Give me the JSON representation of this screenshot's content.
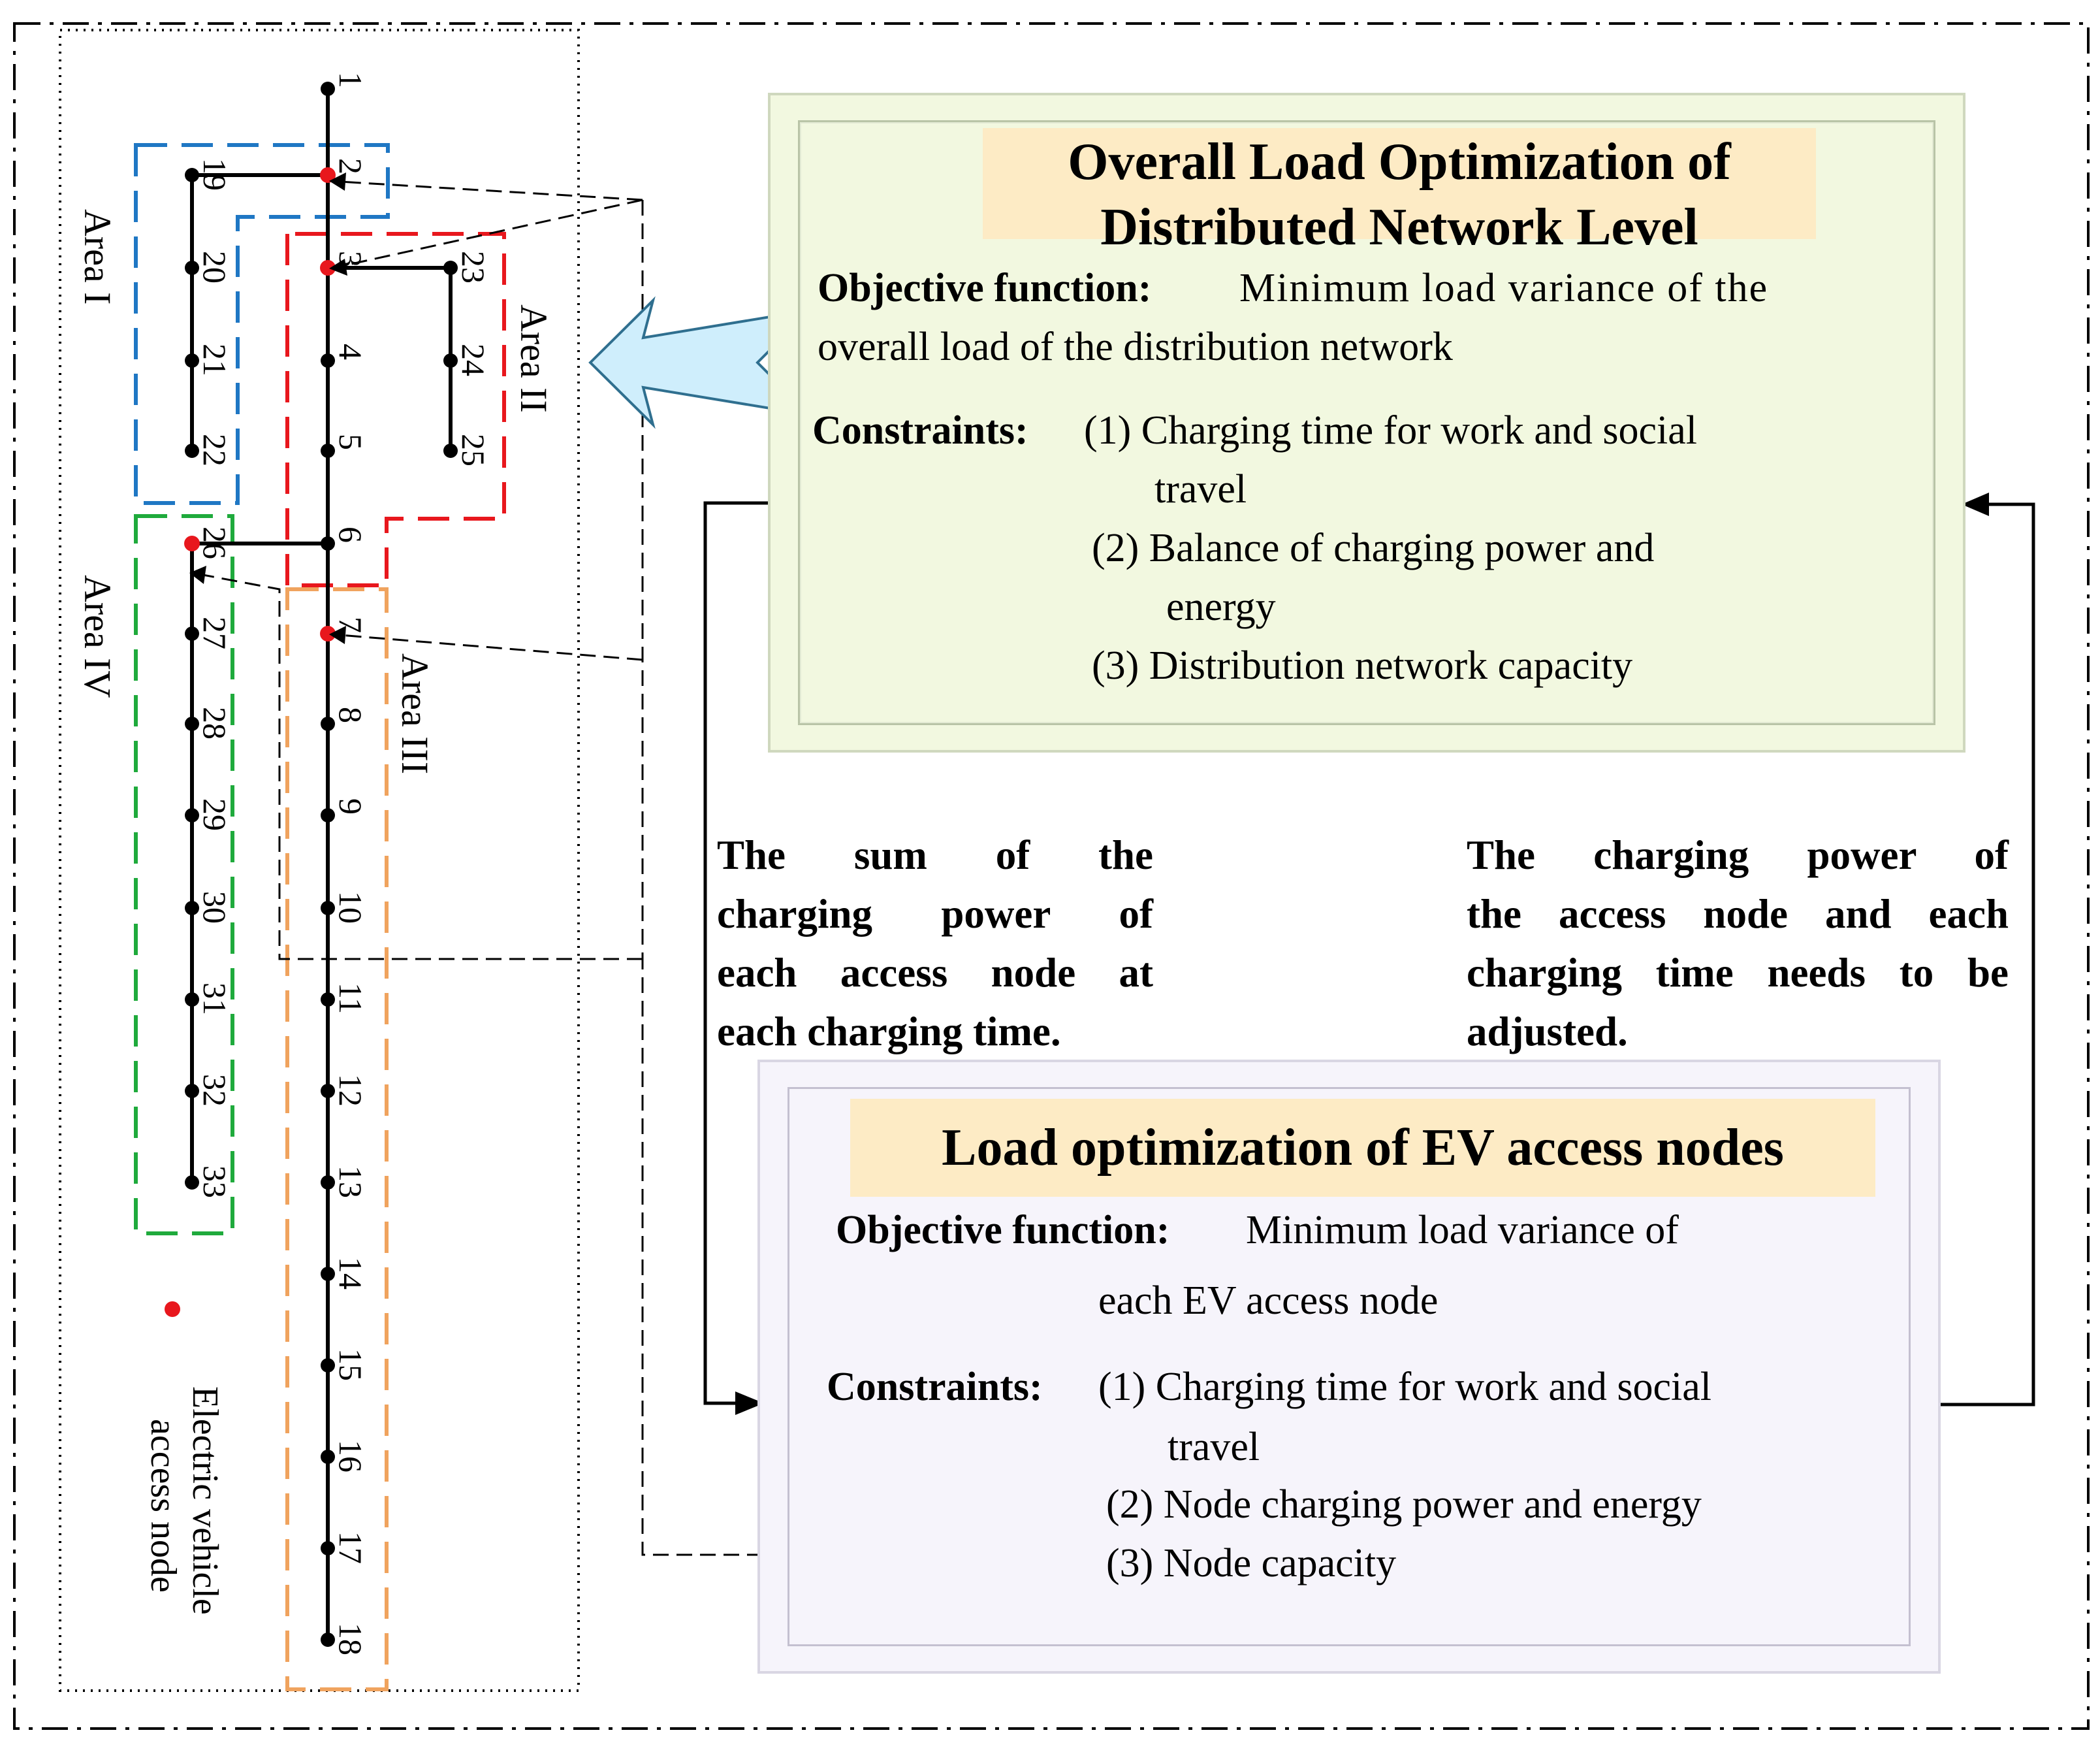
{
  "network": {
    "nodes": [
      "1",
      "2",
      "3",
      "4",
      "5",
      "6",
      "7",
      "8",
      "9",
      "10",
      "11",
      "12",
      "13",
      "14",
      "15",
      "16",
      "17",
      "18",
      "19",
      "20",
      "21",
      "22",
      "23",
      "24",
      "25",
      "26",
      "27",
      "28",
      "29",
      "30",
      "31",
      "32",
      "33"
    ],
    "areas": [
      "Area I",
      "Area II",
      "Area III",
      "Area IV"
    ],
    "legend_label_line1": "Electric vehicle",
    "legend_label_line2": "access node",
    "colors": {
      "area1": "#1f77c4",
      "area2": "#e8171d",
      "area3": "#f0a35e",
      "area4": "#1faa3c",
      "access_node": "#e8171d",
      "arrow_fill": "#cfeefc"
    }
  },
  "upper_box": {
    "title_line1": "Overall Load Optimization of",
    "title_line2": "Distributed Network Level",
    "objective_label": "Objective function:",
    "objective_text_line1": "Minimum  load variance of the",
    "objective_text_line2": "overall load  of the distribution network",
    "constraints_label": "Constraints:",
    "c1_line1": "(1) Charging time for work and social",
    "c1_line2": "travel",
    "c2_line1": "(2) Balance of charging power and",
    "c2_line2": "energy",
    "c3": "(3) Distribution network capacity"
  },
  "lower_box": {
    "title": "Load optimization of EV access nodes",
    "objective_label": "Objective function:",
    "objective_text_line1": "Minimum load variance of",
    "objective_text_line2": "each EV access node",
    "constraints_label": "Constraints:",
    "c1_line1": "(1) Charging time for work and social",
    "c1_line2": "travel",
    "c2": "(2) Node charging power and  energy",
    "c3": "(3) Node capacity"
  },
  "flow_left": {
    "line1": "The   sum   of   the",
    "line2": "charging  power  of",
    "line3": "each  access  node  at",
    "line4": "each charging time."
  },
  "flow_right": {
    "line1": "The  charging  power  of",
    "line2": "the  access  node  and  each",
    "line3": "charging time needs to be",
    "line4": "adjusted."
  }
}
